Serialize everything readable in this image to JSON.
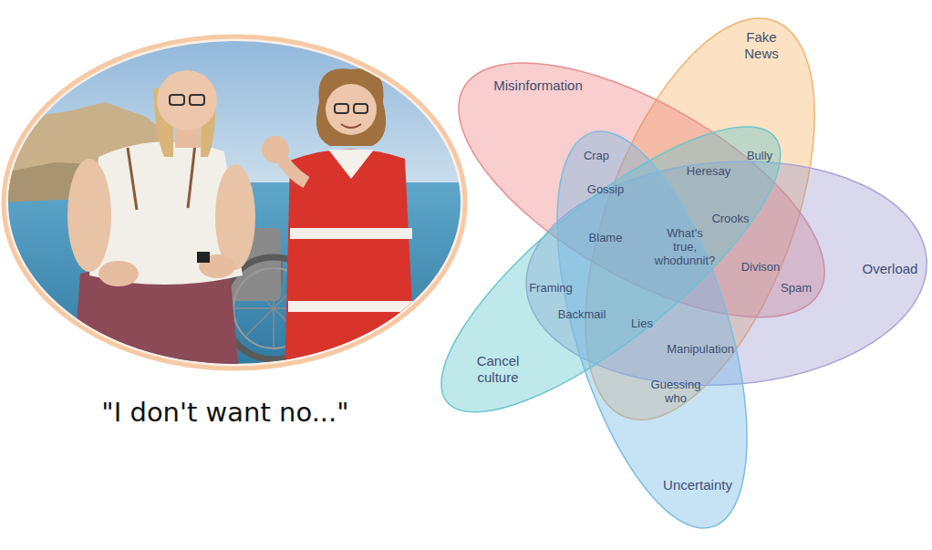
{
  "diagram": {
    "caption": "\"I don't want no...\"",
    "nodes": [
      {
        "text": [
          "Fake News"
        ]
      },
      {
        "text": [
          "Misinformation"
        ]
      },
      {
        "text": [
          "Overload"
        ]
      },
      {
        "text": [
          "Cancel culture"
        ]
      },
      {
        "text": [
          "Uncertainty"
        ]
      }
    ],
    "labels": [
      "Crap",
      "Bully",
      "Heresay",
      "Gossip",
      "Crooks",
      "Blame",
      "What's true, whodunnit?",
      "Divison",
      "Framing",
      "Spam",
      "Backmail",
      "Lies",
      "Manipulation",
      "Guessing who"
    ]
  }
}
